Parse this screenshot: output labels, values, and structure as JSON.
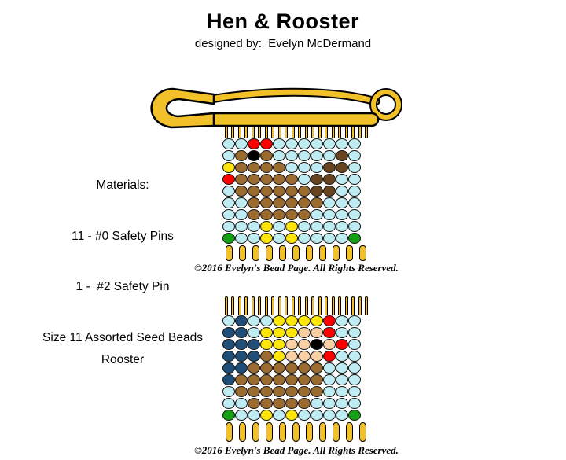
{
  "header": {
    "title": "Hen & Rooster",
    "subtitle": "designed by:  Evelyn McDermand"
  },
  "materials": {
    "heading": "Materials:",
    "lines": [
      "11 - #0 Safety Pins",
      "1 -  #2 Safety Pin",
      "Size 11 Assorted Seed Beads"
    ]
  },
  "rooster_label": "Rooster",
  "footer": {
    "copyright": "©2016 Evelyn's Bead Page. All Rights Reserved."
  },
  "pin_color": "#F2C029",
  "palette": {
    "B": "#BFECF2",
    "R": "#FF0000",
    "Y": "#FFE60A",
    "N": "#9C6B30",
    "D": "#69451F",
    "K": "#000000",
    "G": "#14A014",
    "V": "#1F4E79",
    "P": "#F9CFA4"
  },
  "hen_grid": {
    "columns": 11,
    "rows": [
      "BBRRBBBBBBB",
      "BNKNBBBBBDB",
      "YNNNNBBBDDB",
      "RNNNNNBDDBB",
      "BNNNNNNDDBB",
      "BBNNNNNNBBB",
      "BBNNNNNBBBB",
      "BBBYBYBBBBB",
      "GBBYBYBBBBG"
    ]
  },
  "rooster_grid": {
    "columns": 11,
    "rows": [
      "BVBBYYYYRBB",
      "VVBYYYPPRBB",
      "VVVYYPPKPRB",
      "VVVNYPPPRBB",
      "VVNNNNNNBBB",
      "VNNNNNNNBBB",
      "BNNNNNNNBBB",
      "BBNNNNNBBBB",
      "GBBYBYBBBBG"
    ]
  }
}
